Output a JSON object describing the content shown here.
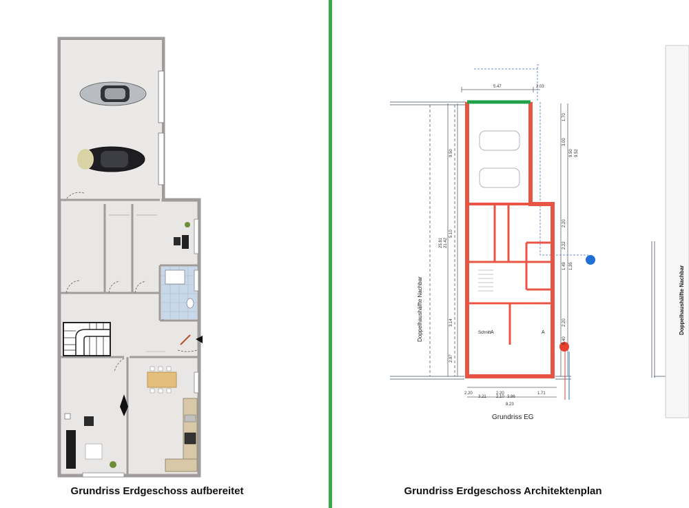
{
  "captions": {
    "left": "Grundriss Erdgeschoss aufbereitet",
    "right": "Grundriss Erdgeschoss Architektenplan"
  },
  "plan_labels": {
    "title": "Grundriss EG",
    "neighbor_left": "Doppelhaushälfte Nachbar",
    "neighbor_right": "Doppelhaushälfte Nachbar",
    "section_a": "A",
    "schnitt": "Schnitt",
    "dims_top": [
      "5.47",
      "2.03"
    ],
    "dims_bottom": [
      "2.20",
      "2.20",
      "1.71",
      "3.86",
      "8.23",
      "3.21",
      "2.10"
    ],
    "dims_left": [
      "9.50",
      "5.10",
      "3.14",
      "2.97",
      "25.81",
      "21.42"
    ],
    "dims_right": [
      "1.70",
      "3.00",
      "9.50",
      "9.52",
      "2.20",
      "2.22",
      "1.49",
      "1.35",
      "2.20",
      "6.40"
    ]
  },
  "colors": {
    "divider": "#3aa845",
    "wall": "#e85545",
    "garage_wall": "#22a04a",
    "blue_marker": "#1f6fd6",
    "red_marker": "#e8402e",
    "floor": "#e9e6e6",
    "bath": "#c8d8ea",
    "wall_gray": "#9a9696"
  }
}
